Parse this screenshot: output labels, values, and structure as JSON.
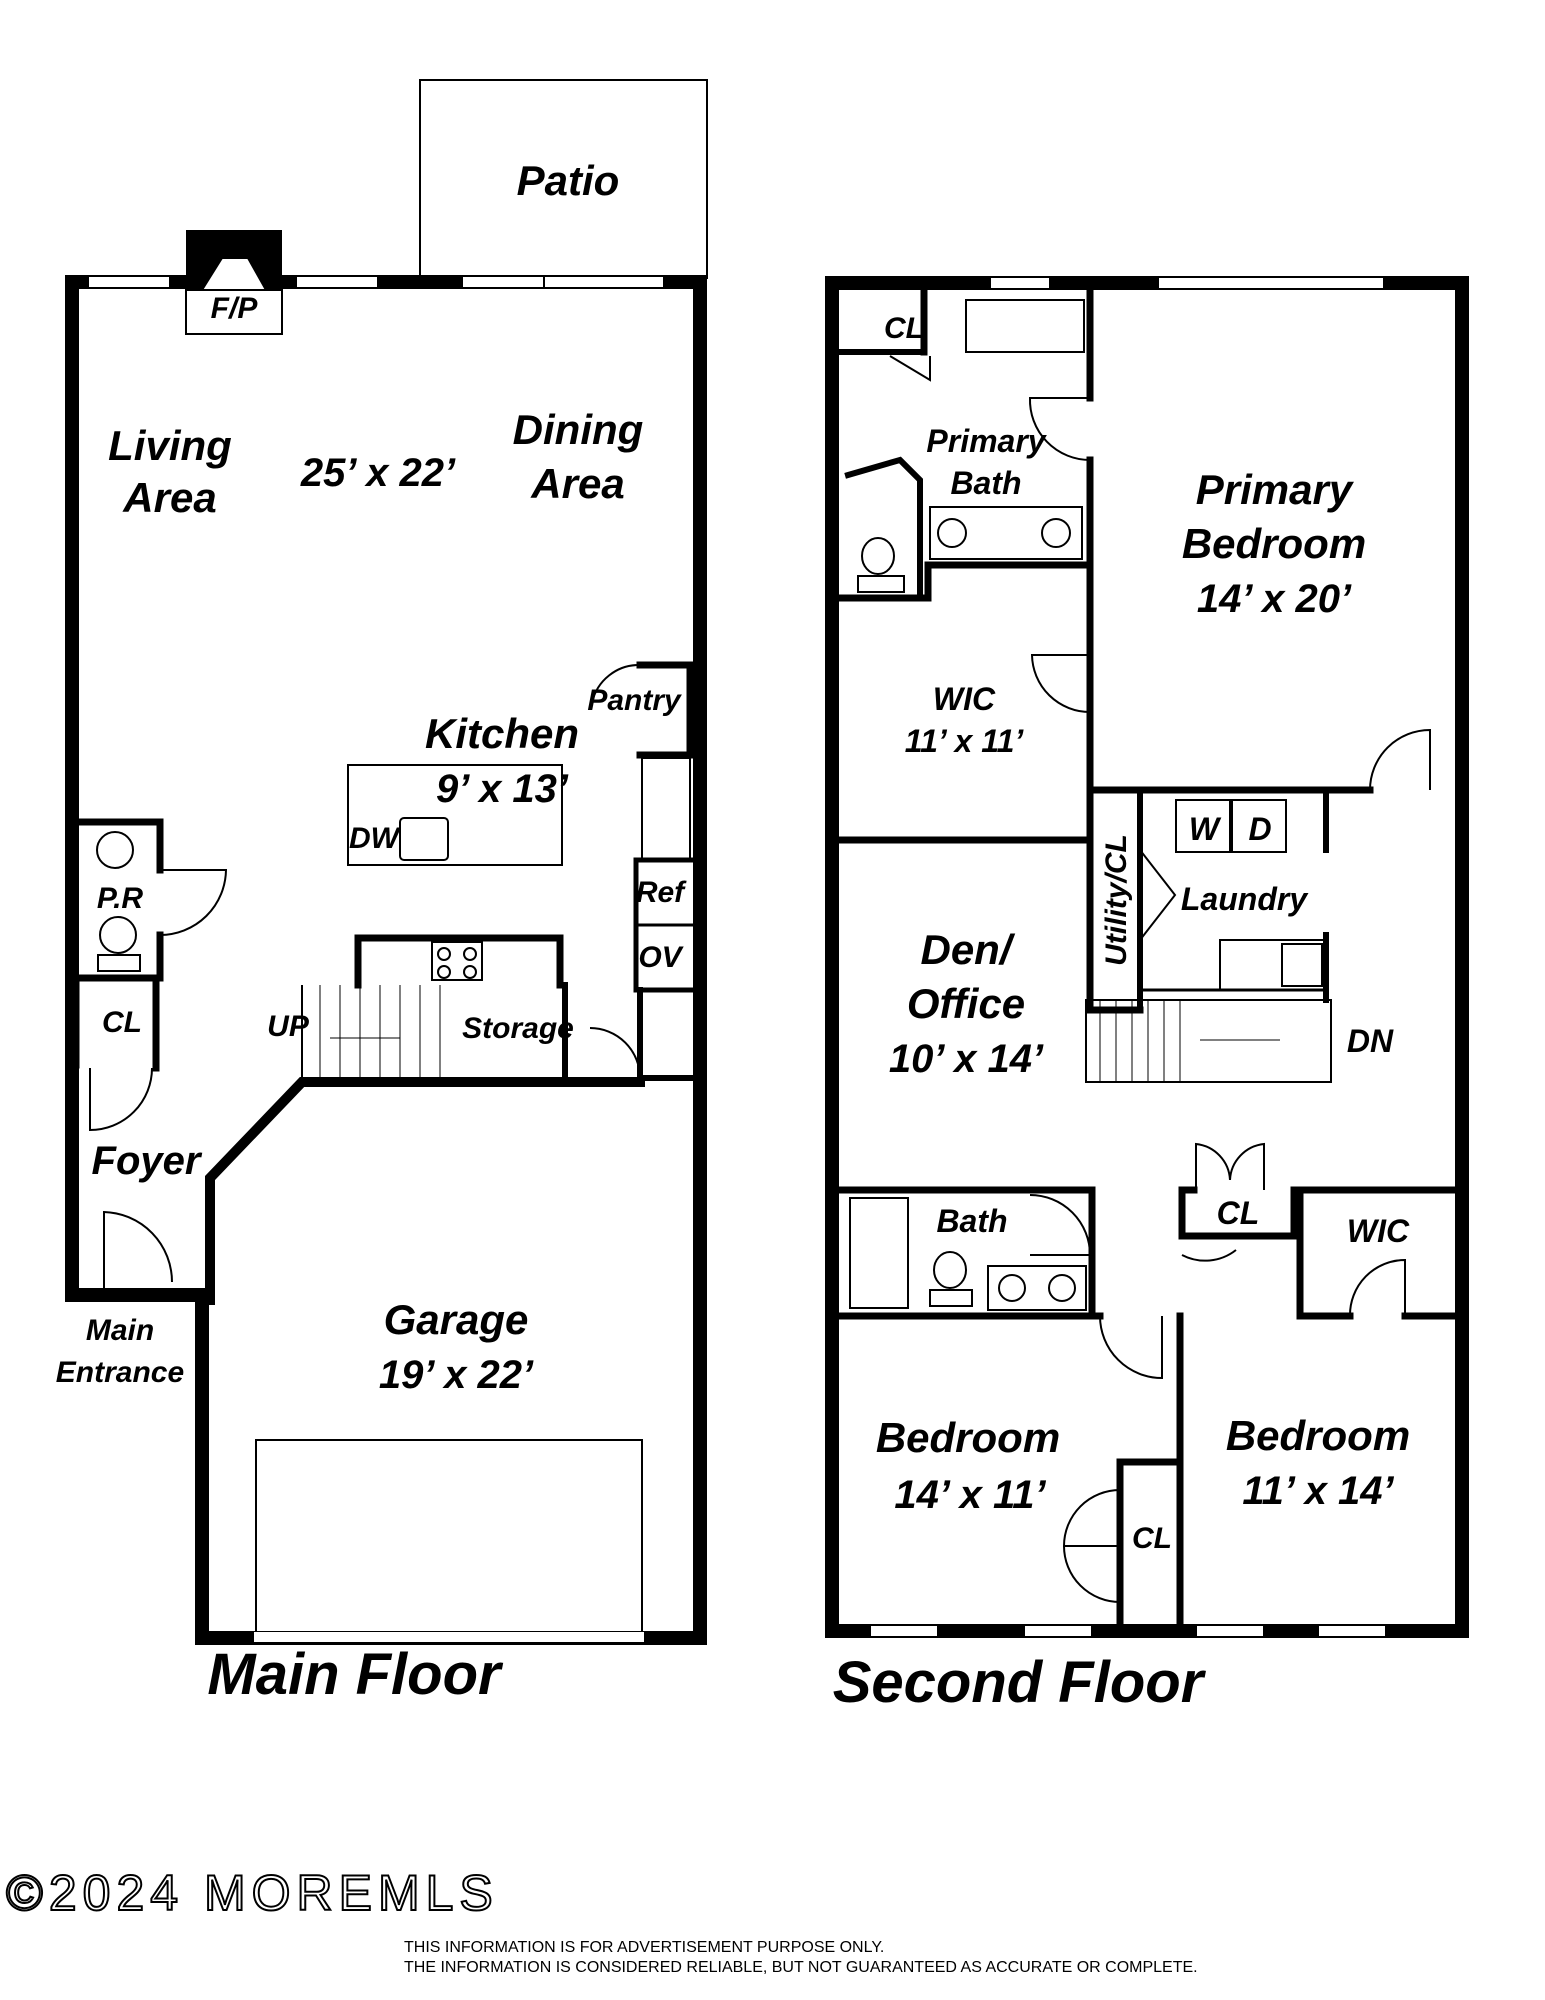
{
  "main_floor": {
    "title": "Main Floor",
    "rooms": {
      "patio": "Patio",
      "fireplace": "F/P",
      "living_area_line1": "Living",
      "living_area_line2": "Area",
      "living_dims": "25’ x 22’",
      "dining_area_line1": "Dining",
      "dining_area_line2": "Area",
      "pantry": "Pantry",
      "kitchen": "Kitchen",
      "kitchen_dims": "9’ x 13’",
      "dw": "DW",
      "ref": "Ref",
      "ov": "OV",
      "powder_room": "P.R",
      "closet": "CL",
      "up": "UP",
      "storage": "Storage",
      "foyer": "Foyer",
      "main_entrance_line1": "Main",
      "main_entrance_line2": "Entrance",
      "garage": "Garage",
      "garage_dims": "19’ x 22’"
    }
  },
  "second_floor": {
    "title": "Second Floor",
    "rooms": {
      "cl_primary": "CL",
      "primary_bath_line1": "Primary",
      "primary_bath_line2": "Bath",
      "primary_bedroom_line1": "Primary",
      "primary_bedroom_line2": "Bedroom",
      "primary_bedroom_dims": "14’ x 20’",
      "wic_primary": "WIC",
      "wic_primary_dims": "11’ x 11’",
      "washer": "W",
      "dryer": "D",
      "utility_cl": "Utility/CL",
      "laundry": "Laundry",
      "den_line1": "Den/",
      "den_line2": "Office",
      "den_dims": "10’ x 14’",
      "dn": "DN",
      "bath": "Bath",
      "cl_hall": "CL",
      "wic_bed": "WIC",
      "bedroom_left": "Bedroom",
      "bedroom_left_dims": "14’ x 11’",
      "cl_bed": "CL",
      "bedroom_right": "Bedroom",
      "bedroom_right_dims": "11’ x 14’"
    }
  },
  "watermark": "©2024 MOREMLS",
  "disclaimer_line1": "THIS INFORMATION IS FOR ADVERTISEMENT PURPOSE ONLY.",
  "disclaimer_line2": "THE INFORMATION IS CONSIDERED RELIABLE, BUT NOT GUARANTEED AS ACCURATE OR COMPLETE."
}
